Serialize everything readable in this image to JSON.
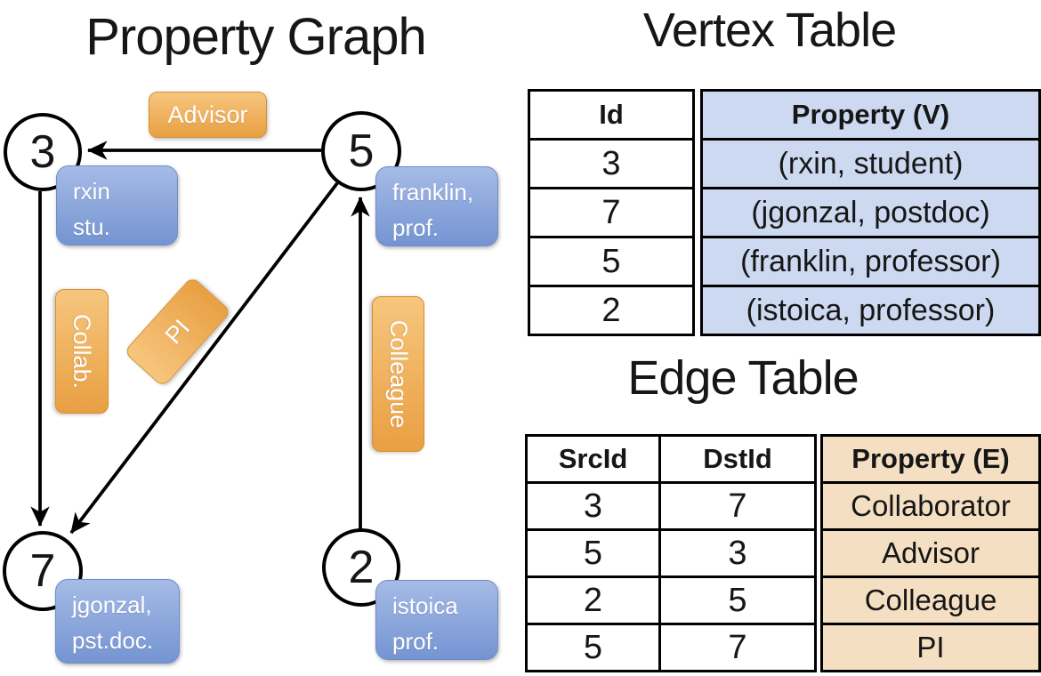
{
  "graph": {
    "title": "Property Graph",
    "nodes": {
      "n3": {
        "id": "3",
        "prop_line1": "rxin",
        "prop_line2": "stu."
      },
      "n5": {
        "id": "5",
        "prop_line1": "franklin,",
        "prop_line2": "prof."
      },
      "n7": {
        "id": "7",
        "prop_line1": "jgonzal,",
        "prop_line2": "pst.doc."
      },
      "n2": {
        "id": "2",
        "prop_line1": "istoica",
        "prop_line2": "prof."
      }
    },
    "edge_labels": {
      "advisor": "Advisor",
      "collab": "Collab.",
      "pi": "PI",
      "colleague": "Colleague"
    }
  },
  "vertex_table": {
    "title": "Vertex Table",
    "columns": {
      "id": "Id",
      "property": "Property (V)"
    },
    "rows": [
      {
        "id": "3",
        "property": "(rxin, student)"
      },
      {
        "id": "7",
        "property": "(jgonzal, postdoc)"
      },
      {
        "id": "5",
        "property": "(franklin, professor)"
      },
      {
        "id": "2",
        "property": "(istoica, professor)"
      }
    ]
  },
  "edge_table": {
    "title": "Edge Table",
    "columns": {
      "src": "SrcId",
      "dst": "DstId",
      "property": "Property (E)"
    },
    "rows": [
      {
        "src": "3",
        "dst": "7",
        "property": "Collaborator"
      },
      {
        "src": "5",
        "dst": "3",
        "property": "Advisor"
      },
      {
        "src": "2",
        "dst": "5",
        "property": "Colleague"
      },
      {
        "src": "5",
        "dst": "7",
        "property": "PI"
      }
    ]
  },
  "colors": {
    "edge-label-top": "#f6c67e",
    "edge-label-bottom": "#e99f42",
    "edge-label-border": "#d78e2f",
    "vertex-box-top": "#a6bbe6",
    "vertex-box-bottom": "#7494d2",
    "vertex-box-border": "#6e8dc9",
    "vertex-col-bg": "#ccd9f0",
    "edge-col-bg": "#f4dfc3",
    "line-color": "#000000",
    "text-dark": "#111111"
  }
}
